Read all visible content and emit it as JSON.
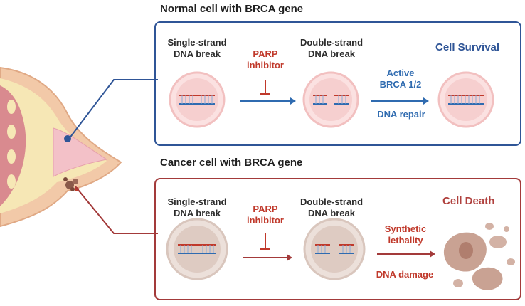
{
  "normal": {
    "title": "Normal cell with BRCA gene",
    "label_single": "Single-strand\nDNA break",
    "label_parp": "PARP\ninhibitor",
    "label_double": "Double-strand\nDNA break",
    "label_active": "Active\nBRCA 1/2",
    "label_repair": "DNA repair",
    "outcome": "Cell Survival"
  },
  "cancer": {
    "title": "Cancer cell with BRCA gene",
    "label_single": "Single-strand\nDNA break",
    "label_parp": "PARP\ninhibitor",
    "label_double": "Double-strand\nDNA break",
    "label_synthetic": "Synthetic\nlethality",
    "label_damage": "DNA damage",
    "outcome": "Cell Death"
  },
  "colors": {
    "blue_accent": "#2f5597",
    "red_accent": "#a33a3a",
    "normal_cell": "#f6d3d3",
    "cancer_cell": "#dcc8bf"
  }
}
